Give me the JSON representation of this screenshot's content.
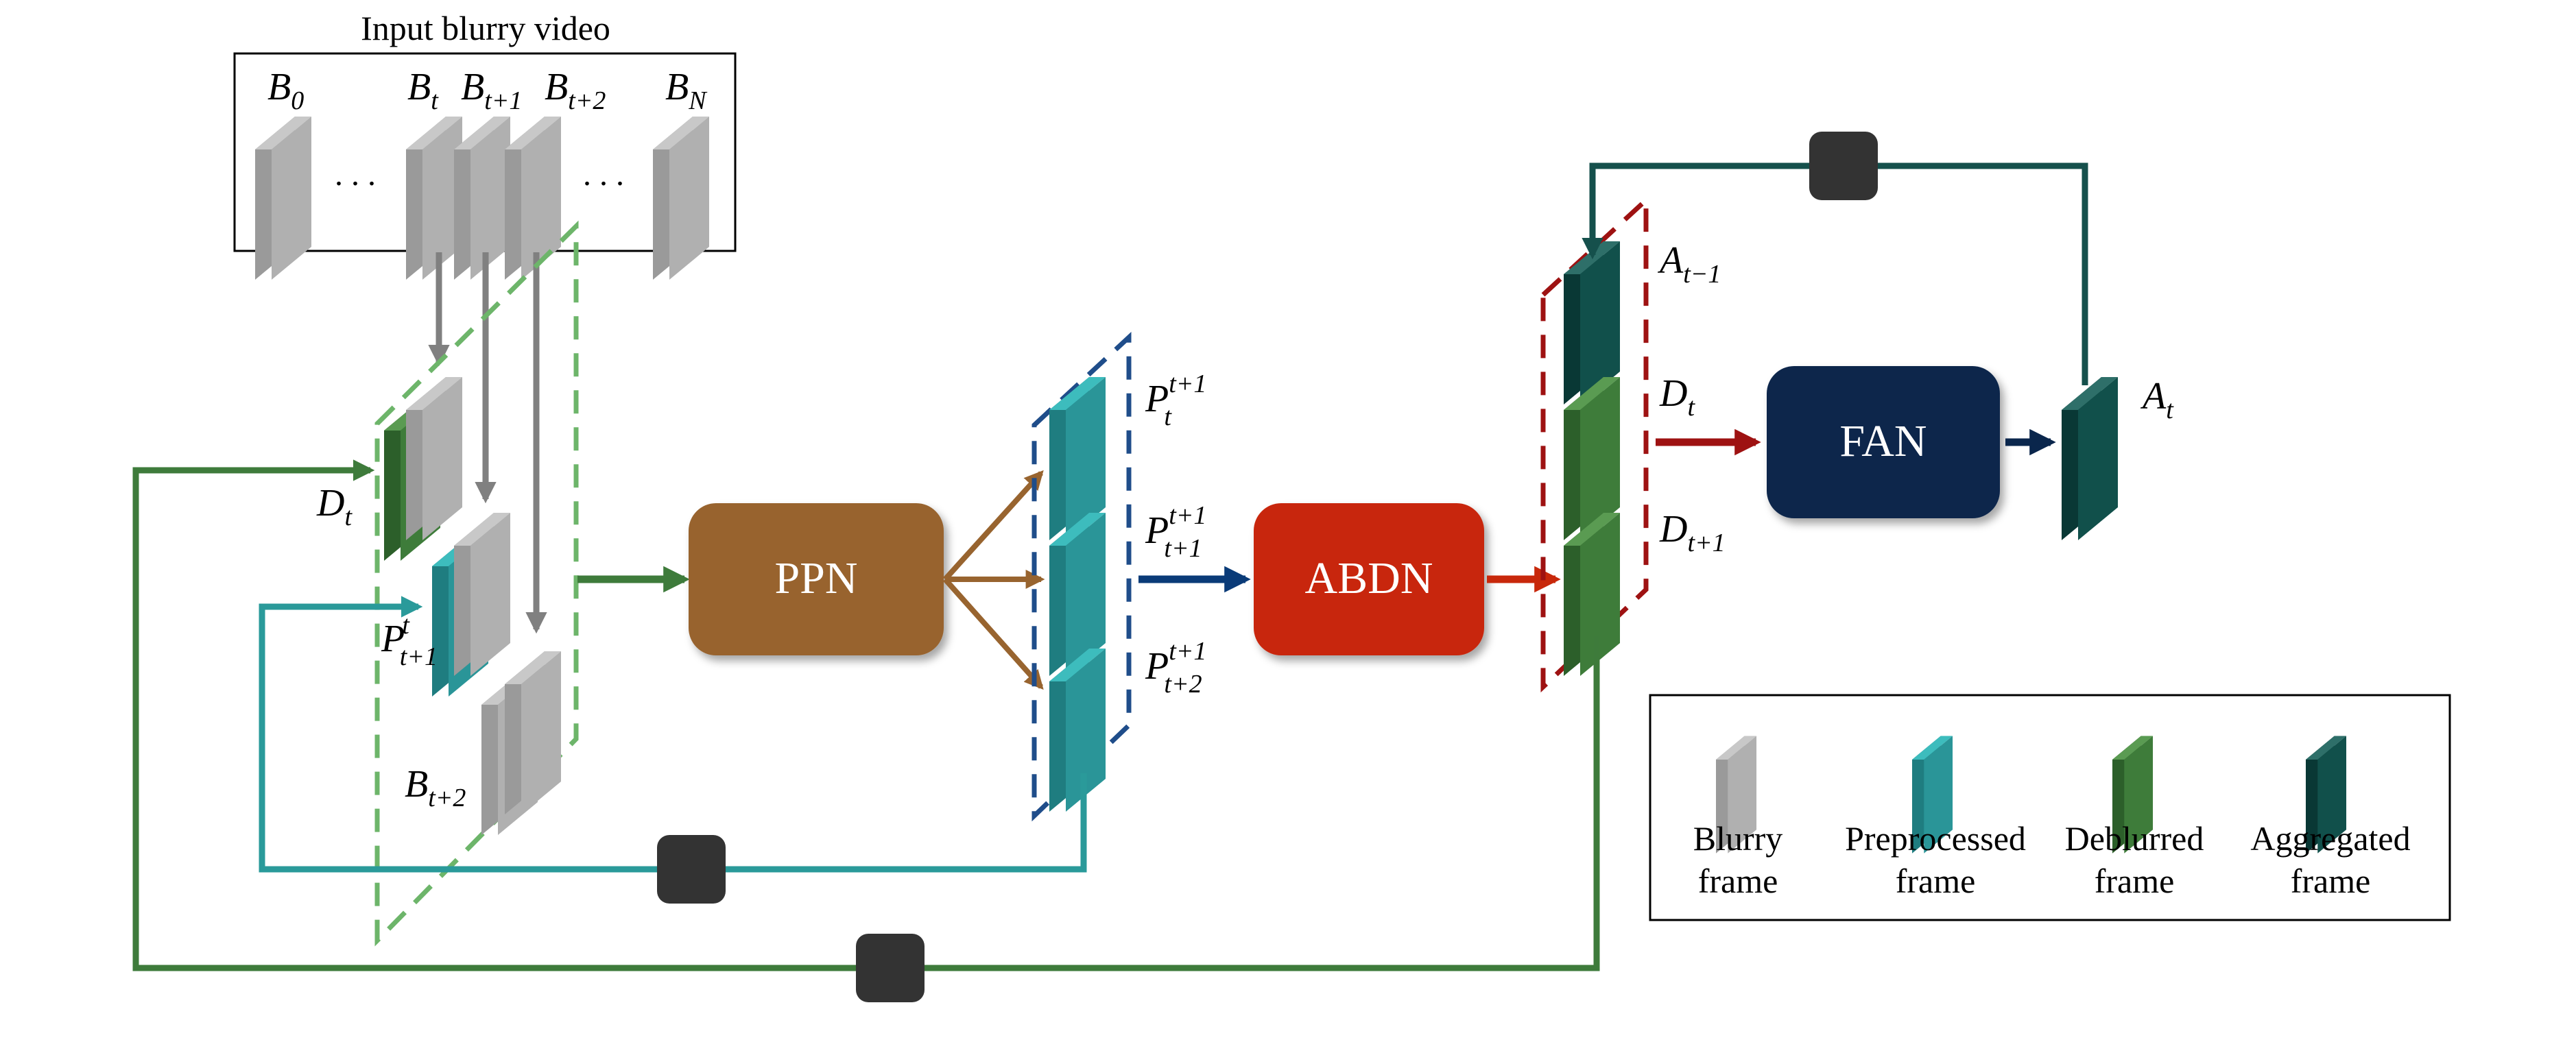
{
  "input": {
    "title": "Input blurry video",
    "labels": {
      "b0": "B",
      "b0_sub": "0",
      "bt": "B",
      "bt_sub": "t",
      "bt1": "B",
      "bt1_sub": "t+1",
      "bt2": "B",
      "bt2_sub": "t+2",
      "bn": "B",
      "bn_sub": "N"
    },
    "dots": ". . ."
  },
  "stack1": {
    "dt": "D",
    "dt_sub": "t",
    "p": "P",
    "p_sup": "t",
    "p_sub": "t+1",
    "b": "B",
    "b_sub": "t+2"
  },
  "modules": {
    "ppn": "PPN",
    "abdn": "ABDN",
    "fan": "FAN"
  },
  "stack2": {
    "p1": "P",
    "p1_sup": "t+1",
    "p1_sub": "t",
    "p2": "P",
    "p2_sup": "t+1",
    "p2_sub": "t+1",
    "p3": "P",
    "p3_sup": "t+1",
    "p3_sub": "t+2"
  },
  "stack3": {
    "a": "A",
    "a_sub": "t−1",
    "d1": "D",
    "d1_sub": "t",
    "d2": "D",
    "d2_sub": "t+1"
  },
  "output": {
    "a": "A",
    "a_sub": "t"
  },
  "legend": {
    "blurry_1": "Blurry",
    "blurry_2": "frame",
    "pre_1": "Preprocessed",
    "pre_2": "frame",
    "deb_1": "Deblurred",
    "deb_2": "frame",
    "agg_1": "Aggregated",
    "agg_2": "frame"
  },
  "colors": {
    "blurry": "#a6a6a6",
    "preprocessed": "#2e9a9c",
    "deblurred": "#3c7a3a",
    "aggregated": "#0e4a46",
    "ppn": "#98642f",
    "abdn": "#c8280b",
    "fan": "#0a264c",
    "delay": "#333333"
  }
}
